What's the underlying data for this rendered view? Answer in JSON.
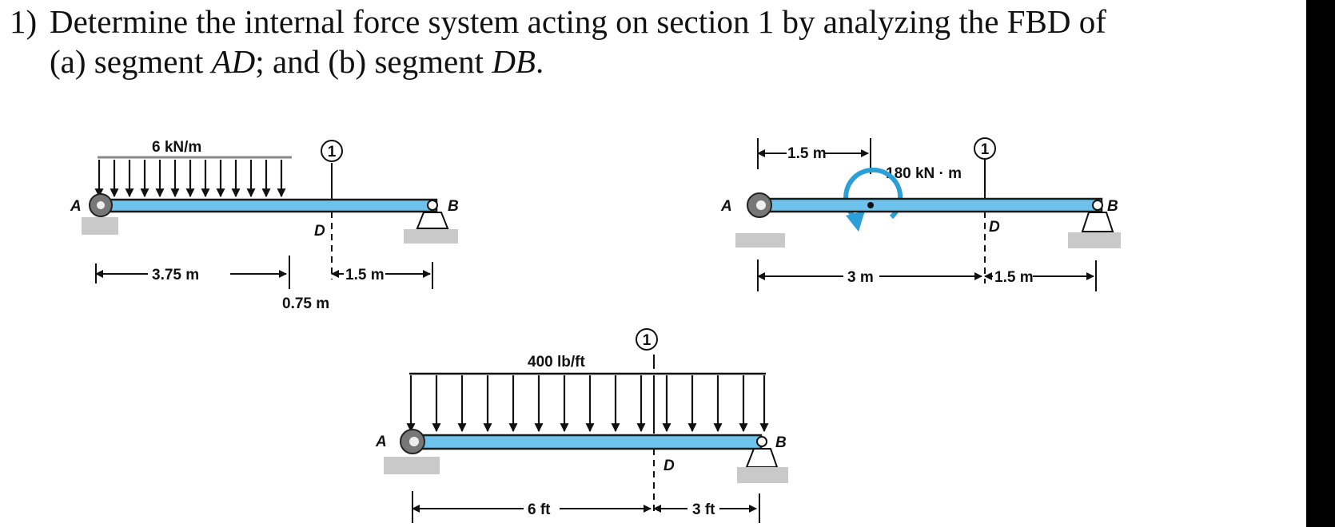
{
  "problem": {
    "number": "1)",
    "line1": "Determine the internal force system acting on section 1 by analyzing the FBD of",
    "line2_a": "(a) segment ",
    "line2_ad": "AD",
    "line2_b": "; and (b) segment ",
    "line2_db": "DB",
    "line2_end": "."
  },
  "figure1": {
    "load_label": "6 kN/m",
    "section_label": "1",
    "point_a": "A",
    "point_b": "B",
    "point_d": "D",
    "dim1": "3.75 m",
    "dim2": "0.75 m",
    "dim3": "1.5 m"
  },
  "figure2": {
    "moment_label": "180 kN · m",
    "section_label": "1",
    "point_a": "A",
    "point_b": "B",
    "point_d": "D",
    "dim_top": "1.5 m",
    "dim1": "3 m",
    "dim2": "1.5 m"
  },
  "figure3": {
    "load_label": "400 lb/ft",
    "section_label": "1",
    "point_a": "A",
    "point_b": "B",
    "point_d": "D",
    "dim1": "6 ft",
    "dim2": "3 ft"
  },
  "colors": {
    "beam": "#6ec3ec",
    "beam_edge": "#1a1a1a",
    "ground": "#c9c9c9",
    "moment": "#2a9fd8"
  }
}
